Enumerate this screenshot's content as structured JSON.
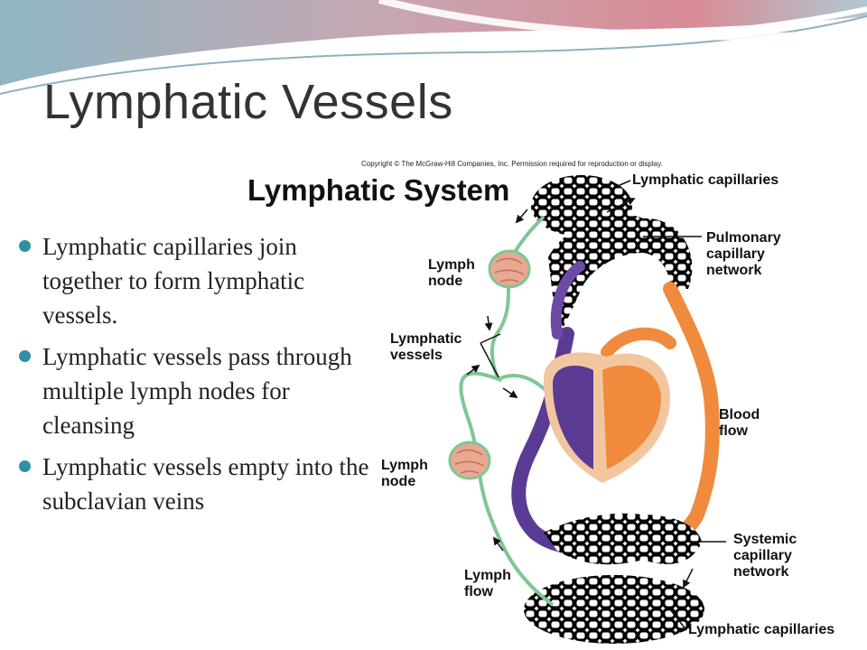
{
  "slide": {
    "title": "Lymphatic Vessels",
    "bullets": [
      "Lymphatic capillaries join together to form lymphatic vessels.",
      "Lymphatic vessels pass through multiple lymph nodes for cleansing",
      "Lymphatic vessels empty into the subclavian veins"
    ]
  },
  "figure": {
    "copyright": "Copyright © The McGraw-Hill Companies, Inc. Permission required for reproduction or display.",
    "title": "Lymphatic System",
    "labels": {
      "lymphatic_capillaries_top": "Lymphatic capillaries",
      "pulmonary_capillary_network": [
        "Pulmonary",
        "capillary",
        "network"
      ],
      "lymph_node_upper": [
        "Lymph",
        "node"
      ],
      "lymphatic_vessels": [
        "Lymphatic",
        "vessels"
      ],
      "blood_flow": [
        "Blood",
        "flow"
      ],
      "lymph_node_lower": [
        "Lymph",
        "node"
      ],
      "systemic_capillary_network": [
        "Systemic",
        "capillary",
        "network"
      ],
      "lymph_flow": [
        "Lymph",
        "flow"
      ],
      "lymphatic_capillaries_bottom": "Lymphatic capillaries"
    },
    "colors": {
      "lymph_green": "#8fd3a4",
      "deoxygenated_purple": "#5b3a94",
      "oxygenated_orange": "#f08a3c",
      "heart_tissue": "#f2c79f",
      "node_pink": "#e9a892"
    }
  }
}
